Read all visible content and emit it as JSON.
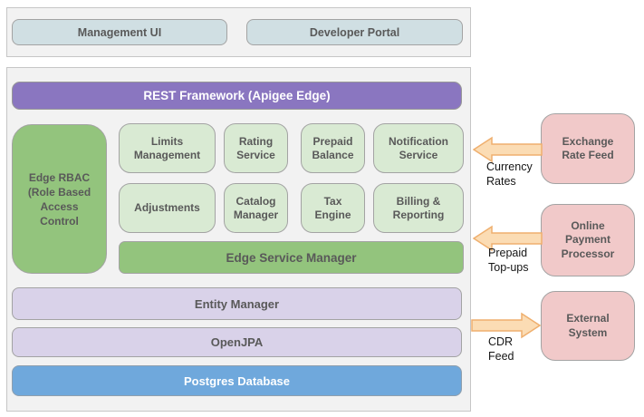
{
  "diagram": {
    "top_section": {
      "management_ui": "Management UI",
      "developer_portal": "Developer Portal"
    },
    "platform": {
      "rest_framework": "REST Framework (Apigee Edge)",
      "edge_rbac": "Edge RBAC\n(Role Based\nAccess\nControl",
      "services": [
        "Limits Management",
        "Rating Service",
        "Prepaid Balance",
        "Notification Service",
        "Adjustments",
        "Catalog Manager",
        "Tax Engine",
        "Billing & Reporting"
      ],
      "edge_service_manager": "Edge Service Manager",
      "entity_manager": "Entity Manager",
      "openjpa": "OpenJPA",
      "postgres": "Postgres Database"
    },
    "external_systems": [
      {
        "label": "Exchange Rate Feed",
        "flow_label": "Currency Rates",
        "flow_direction": "into-platform"
      },
      {
        "label": "Online Payment Processor",
        "flow_label": "Prepaid Top-ups",
        "flow_direction": "into-platform"
      },
      {
        "label": "External System",
        "flow_label": "CDR Feed",
        "flow_direction": "out-of-platform"
      }
    ],
    "colors": {
      "container_bg": "#f2f2f2",
      "top_box": "#d0dfe3",
      "rest_bar": "#8a76c0",
      "green_strong": "#93c47d",
      "green_light": "#d9ead3",
      "lavender": "#d9d2e9",
      "blue": "#6fa8dc",
      "pink": "#f1c9c9",
      "arrow_fill": "#fbdcb4",
      "arrow_stroke": "#efaf6e"
    }
  }
}
